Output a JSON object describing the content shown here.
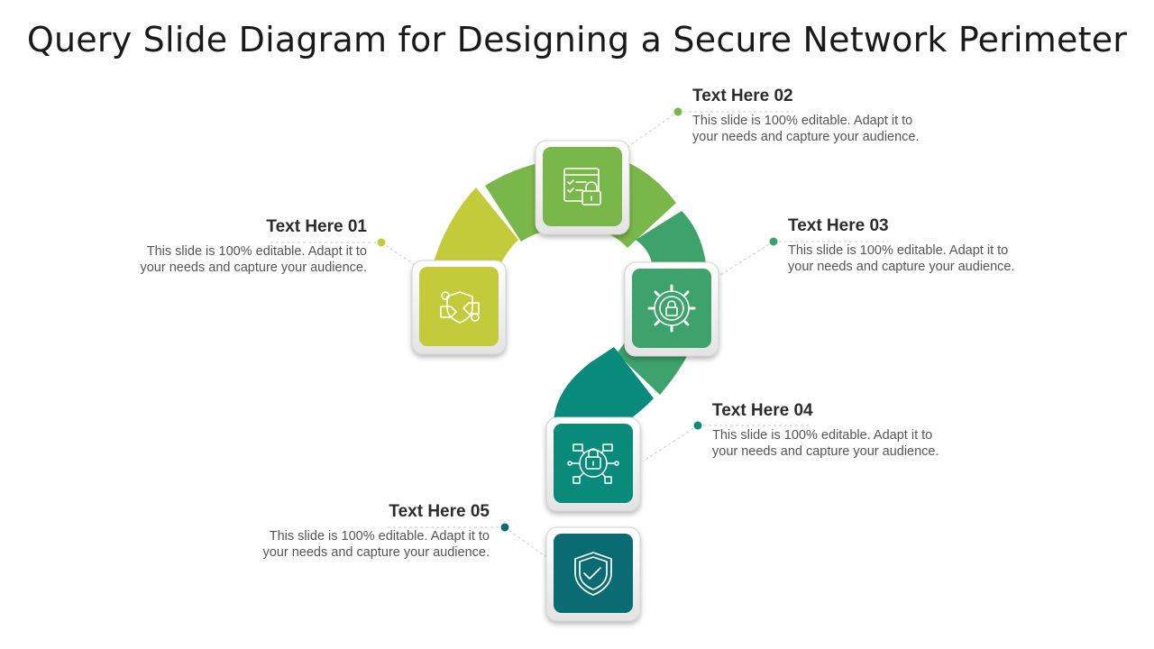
{
  "title": "Query Slide Diagram for Designing a Secure Network Perimeter",
  "colors": {
    "step1": "#c3cb3a",
    "step2": "#7ab74a",
    "step3": "#3da26b",
    "step4": "#098a7a",
    "step5": "#0b6b73"
  },
  "steps": [
    {
      "heading": "Text Here 01",
      "line1": "This slide is 100% editable. Adapt it to",
      "line2": "your needs and capture your audience.",
      "icon": "shield-handshake-icon"
    },
    {
      "heading": "Text Here 02",
      "line1": "This slide is 100% editable. Adapt it to",
      "line2": "your needs and capture your audience.",
      "icon": "browser-lock-icon"
    },
    {
      "heading": "Text Here 03",
      "line1": "This slide is 100% editable. Adapt it to",
      "line2": "your needs and capture your audience.",
      "icon": "gear-lock-icon"
    },
    {
      "heading": "Text Here 04",
      "line1": "This slide is 100% editable. Adapt it to",
      "line2": "your needs and capture your audience.",
      "icon": "network-lock-icon"
    },
    {
      "heading": "Text Here 05",
      "line1": "This slide is 100% editable. Adapt it to",
      "line2": "your needs and capture your audience.",
      "icon": "shield-check-icon"
    }
  ]
}
